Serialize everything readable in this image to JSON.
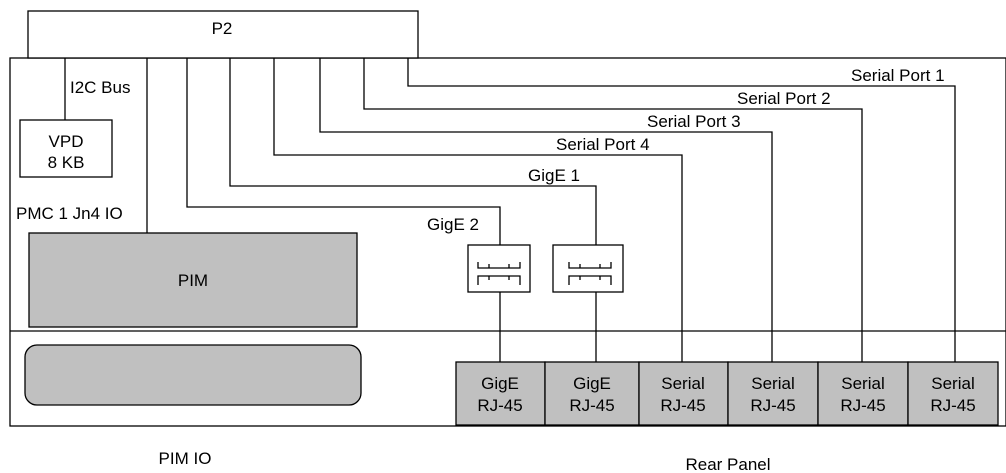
{
  "connector": {
    "label": "P2"
  },
  "vpd": {
    "line1": "VPD",
    "line2": "8 KB"
  },
  "bus_labels": {
    "i2c": "I2C Bus",
    "pmc": "PMC 1 Jn4 IO"
  },
  "pim": {
    "label": "PIM"
  },
  "signals": {
    "serial_port_1": "Serial Port 1",
    "serial_port_2": "Serial Port 2",
    "serial_port_3": "Serial Port 3",
    "serial_port_4": "Serial Port 4",
    "gige_1": "GigE 1",
    "gige_2": "GigE 2"
  },
  "rear_ports": [
    {
      "line1": "GigE",
      "line2": "RJ-45"
    },
    {
      "line1": "GigE",
      "line2": "RJ-45"
    },
    {
      "line1": "Serial",
      "line2": "RJ-45"
    },
    {
      "line1": "Serial",
      "line2": "RJ-45"
    },
    {
      "line1": "Serial",
      "line2": "RJ-45"
    },
    {
      "line1": "Serial",
      "line2": "RJ-45"
    }
  ],
  "captions": {
    "pim_io": "PIM IO",
    "rear_panel": "Rear Panel"
  },
  "colors": {
    "fill_grey": "#c0c0c0",
    "line": "#000000"
  }
}
